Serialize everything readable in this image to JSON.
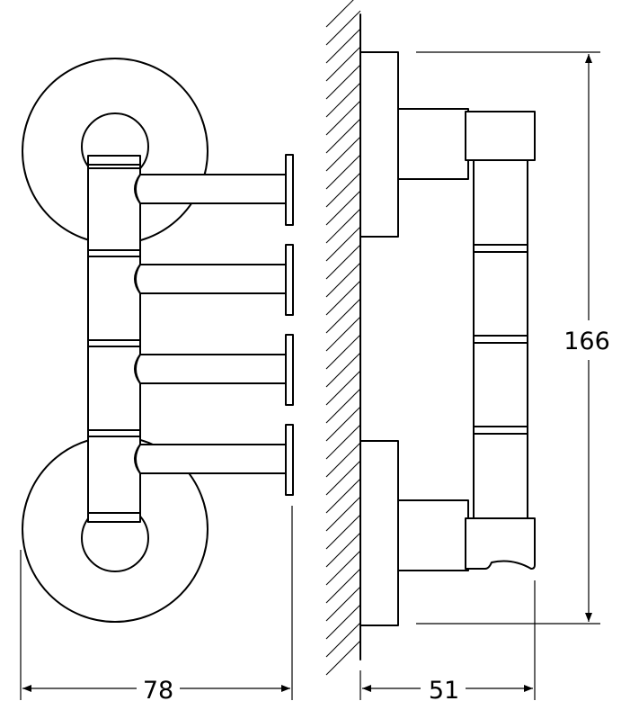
{
  "dimensions": {
    "width": "78",
    "depth": "51",
    "height": "166"
  },
  "hooks": 4,
  "colors": {
    "line": "#000000",
    "background": "#ffffff"
  }
}
